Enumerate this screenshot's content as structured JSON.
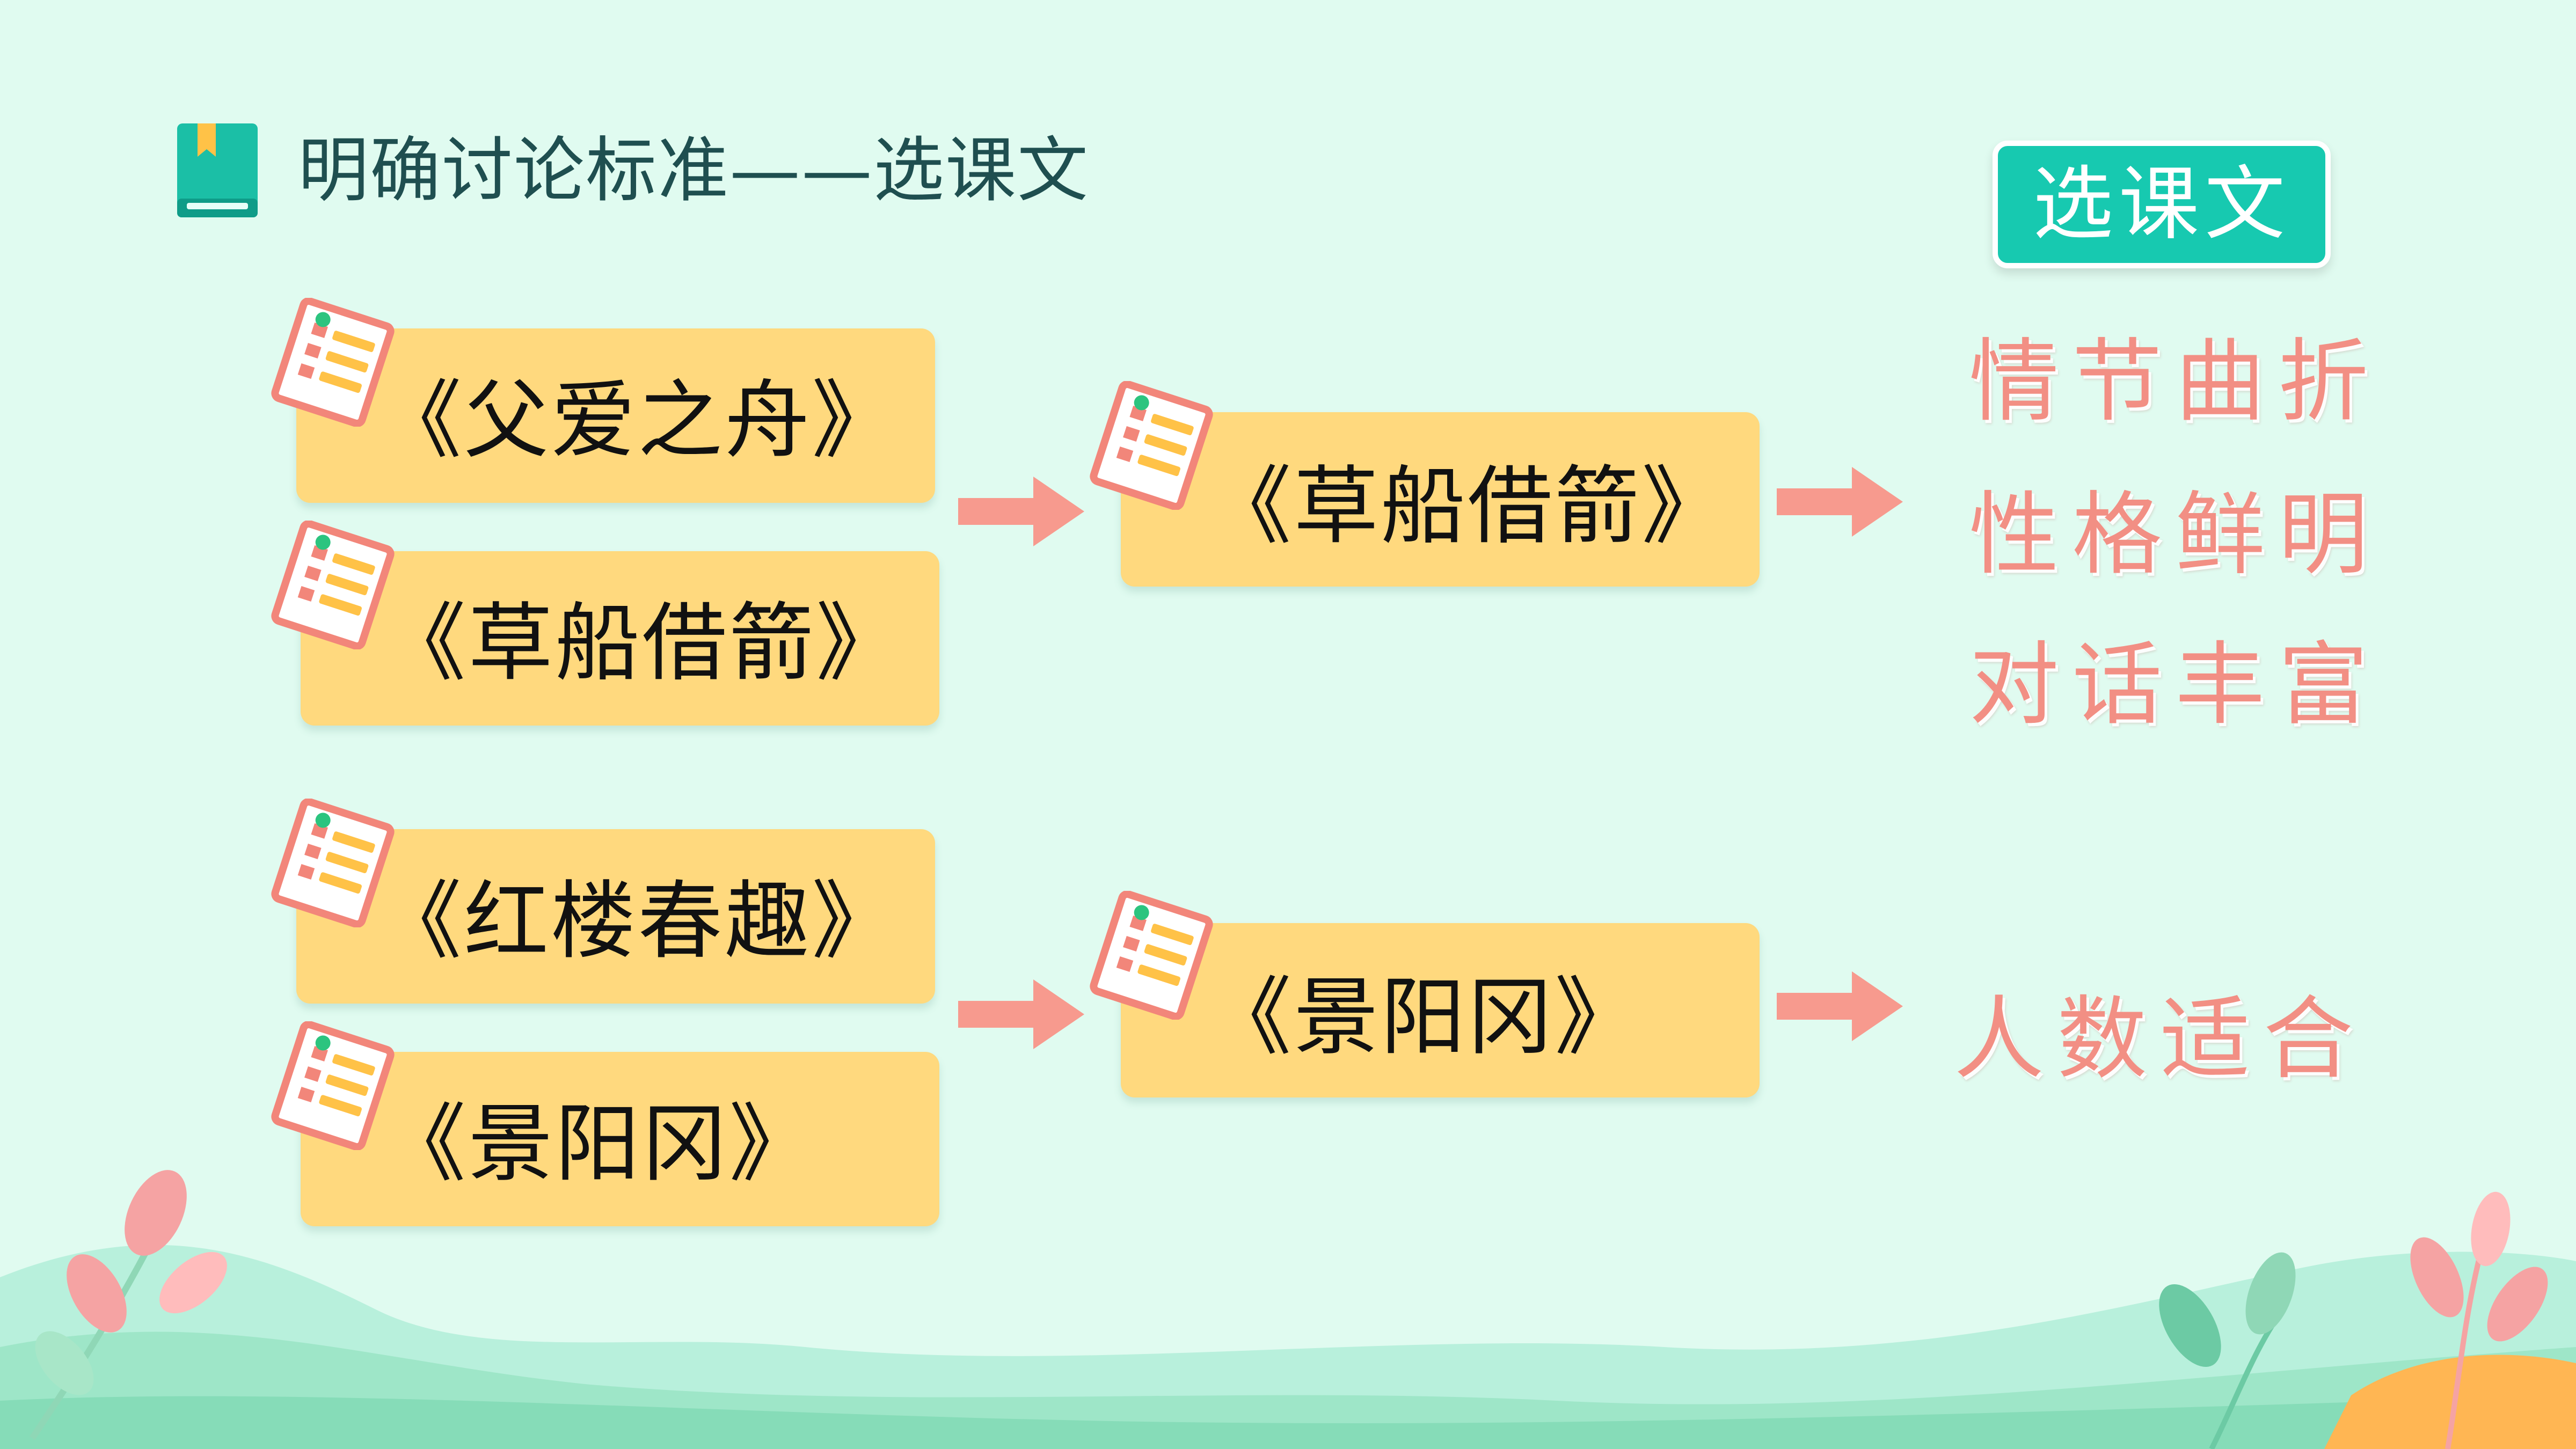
{
  "header": {
    "title": "明确讨论标准——选课文",
    "badge": "选课文"
  },
  "groups": [
    {
      "candidates": [
        "《父爱之舟》",
        "《草船借箭》"
      ],
      "selected": "《草船借箭》",
      "reasons": [
        "情节曲折",
        "性格鲜明",
        "对话丰富"
      ]
    },
    {
      "candidates": [
        "《红楼春趣》",
        "《景阳冈》"
      ],
      "selected": "《景阳冈》",
      "reasons": [
        "人数适合"
      ]
    }
  ],
  "colors": {
    "background": "#e0fbf0",
    "card": "#ffd97e",
    "arrow": "#f79a8e",
    "badge": "#17c9b0",
    "reason_text": "#f28f84",
    "title_text": "#1f4f50"
  },
  "icons": [
    "bookmark-book-icon",
    "list-document-icon",
    "arrow-right-icon",
    "leaf-branch-decoration"
  ]
}
